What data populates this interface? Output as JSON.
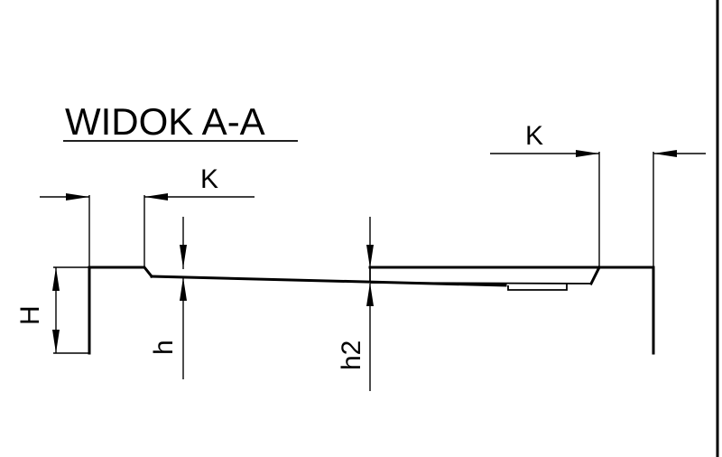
{
  "view_title": "WIDOK A-A",
  "dimension_labels": {
    "k_left": "K",
    "k_right": "K",
    "height_H": "H",
    "height_h": "h",
    "height_h2": "h2"
  },
  "colors": {
    "line": "#000000",
    "background": "#ffffff"
  }
}
